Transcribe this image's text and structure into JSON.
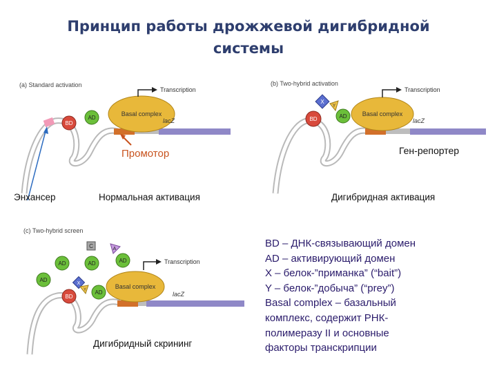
{
  "title": {
    "line1": "Принцип работы дрожжевой дигибридной",
    "line2": "системы"
  },
  "panel_a": {
    "label": "(a) Standard activation",
    "transcription": "Transcription",
    "basal": "Basal complex",
    "gene": "lacZ",
    "bd": "BD",
    "ad": "AD"
  },
  "panel_b": {
    "label": "(b) Two-hybrid activation",
    "transcription": "Transcription",
    "basal": "Basal complex",
    "gene": "lacZ",
    "bd": "BD",
    "ad": "AD",
    "x": "X",
    "y": "Y"
  },
  "panel_c": {
    "label": "(c) Two-hybrid screen",
    "transcription": "Transcription",
    "basal": "Basal complex",
    "gene": "lacZ",
    "bd": "BD",
    "ad": "AD",
    "x": "X",
    "c": "C",
    "a": "A",
    "y": "Y"
  },
  "captions": {
    "promoter": "Промотор",
    "reporter": "Ген-репортер",
    "enhancer": "Энхансер",
    "normal": "Нормальная активация",
    "dihybrid": "Дигибридная активация",
    "screening": "Дигибридный скрининг"
  },
  "legend": {
    "line1": "BD – ДНК-связывающий домен",
    "line2": "AD – активирующий домен",
    "line3": "X – белок-”приманка” (“bait”)",
    "line4": "Y – белок-”добыча” (“prey”)",
    "line5": "Basal complex – базальный",
    "line6": "комплекс, содержит РНК-",
    "line7": "полимеразу II и основные",
    "line8": "факторы транскрипции"
  },
  "colors": {
    "title": "#2e3e6e",
    "basal": "#e8b83a",
    "bd": "#d84a3c",
    "ad": "#6bbf3a",
    "lacz": "#8f88c7",
    "promoter": "#d2702a",
    "legend": "#2a1b6b",
    "accent": "#c8531e"
  }
}
